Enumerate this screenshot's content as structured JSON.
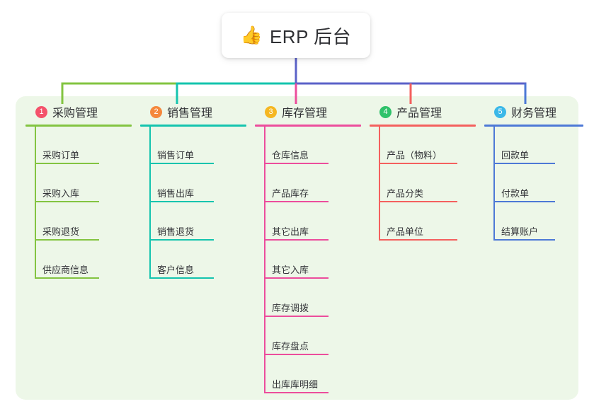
{
  "root": {
    "icon": "thumbs-up-icon",
    "emoji": "👍",
    "title": "ERP 后台"
  },
  "palette": {
    "card_background": "#edf7e8",
    "page_background": "#ffffff",
    "root_connector": "#5b62c8",
    "text": "#2f3034"
  },
  "columns": [
    {
      "index": "1",
      "badge_color": "#f4526b",
      "line_color": "#83c441",
      "title": "采购管理",
      "items": [
        {
          "label": "采购订单"
        },
        {
          "label": "采购入库"
        },
        {
          "label": "采购退货"
        },
        {
          "label": "供应商信息"
        }
      ]
    },
    {
      "index": "2",
      "badge_color": "#f5883c",
      "line_color": "#14c4ae",
      "title": "销售管理",
      "items": [
        {
          "label": "销售订单"
        },
        {
          "label": "销售出库"
        },
        {
          "label": "销售退货"
        },
        {
          "label": "客户信息"
        }
      ]
    },
    {
      "index": "3",
      "badge_color": "#f5b722",
      "line_color": "#ec4d9c",
      "title": "库存管理",
      "items": [
        {
          "label": "仓库信息"
        },
        {
          "label": "产品库存"
        },
        {
          "label": "其它出库"
        },
        {
          "label": "其它入库"
        },
        {
          "label": "库存调拨"
        },
        {
          "label": "库存盘点"
        },
        {
          "label": "出库库明细"
        }
      ]
    },
    {
      "index": "4",
      "badge_color": "#2fc26a",
      "line_color": "#f4605e",
      "title": "产品管理",
      "items": [
        {
          "label": "产品（物料）"
        },
        {
          "label": "产品分类"
        },
        {
          "label": "产品单位"
        }
      ]
    },
    {
      "index": "5",
      "badge_color": "#3bb8e8",
      "line_color": "#4d79d6",
      "title": "财务管理",
      "items": [
        {
          "label": "回款单"
        },
        {
          "label": "付款单"
        },
        {
          "label": "结算账户"
        }
      ]
    }
  ]
}
